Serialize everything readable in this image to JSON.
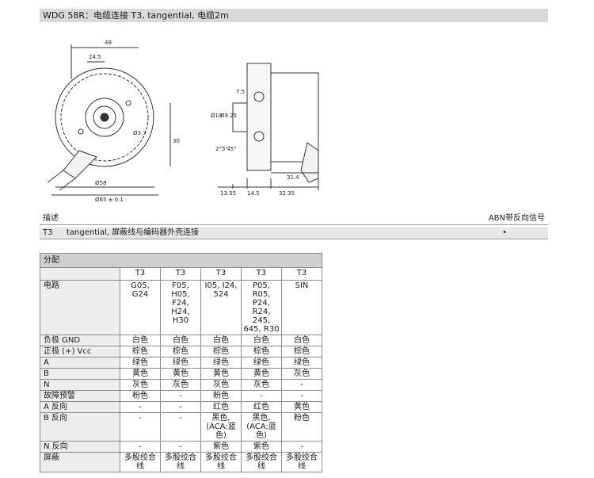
{
  "header": {
    "title": "WDG 58R：电缆连接 T3, tangential, 电缆2m"
  },
  "drawing": {
    "front": {
      "dims": [
        "49",
        "24.5",
        "Ø3.7",
        "30",
        "Ø58",
        "Ø65 ± 0.1"
      ]
    },
    "side": {
      "dims": [
        "7.5",
        "Ø10",
        "Ø9.25",
        "2°5'45\"",
        "13.55",
        "14.5",
        "31.4",
        "32.35"
      ]
    }
  },
  "spec": {
    "headers": {
      "desc": "描述",
      "signal": "ABN带反向信号"
    },
    "row": {
      "code": "T3",
      "text": "tangential, 屏蔽线与编码器外壳连接",
      "mark": "•"
    }
  },
  "assignment": {
    "title": "分配",
    "columns": [
      "T3",
      "T3",
      "T3",
      "T3",
      "T3"
    ],
    "rows": [
      {
        "label": "电路",
        "cells": [
          "G05, G24",
          "F05, H05, F24, H24, H30",
          "I05, I24, 524",
          "P05, R05, P24, R24, 245, 645, R30",
          "SIN"
        ]
      },
      {
        "label": "负极 GND",
        "cells": [
          "白色",
          "白色",
          "白色",
          "白色",
          "白色"
        ]
      },
      {
        "label": "正极 (+) Vcc",
        "cells": [
          "棕色",
          "棕色",
          "棕色",
          "棕色",
          "棕色"
        ]
      },
      {
        "label": "A",
        "cells": [
          "绿色",
          "绿色",
          "绿色",
          "绿色",
          "绿色"
        ]
      },
      {
        "label": "B",
        "cells": [
          "黄色",
          "黄色",
          "黄色",
          "黄色",
          "灰色"
        ]
      },
      {
        "label": "N",
        "cells": [
          "灰色",
          "灰色",
          "灰色",
          "灰色",
          "-"
        ]
      },
      {
        "label": "故障预警",
        "cells": [
          "粉色",
          "-",
          "粉色",
          "-",
          "-"
        ]
      },
      {
        "label": "A 反向",
        "cells": [
          "-",
          "-",
          "红色",
          "红色",
          "黄色"
        ]
      },
      {
        "label": "B 反向",
        "cells": [
          "-",
          "-",
          "黑色, (ACA:蓝色)",
          "黑色, (ACA:蓝色)",
          "粉色"
        ]
      },
      {
        "label": "N 反向",
        "cells": [
          "-",
          "-",
          "紫色",
          "紫色",
          "-"
        ]
      },
      {
        "label": "屏蔽",
        "cells": [
          "多股绞合线",
          "多股绞合线",
          "多股绞合线",
          "多股绞合线",
          "多股绞合线"
        ]
      }
    ]
  }
}
